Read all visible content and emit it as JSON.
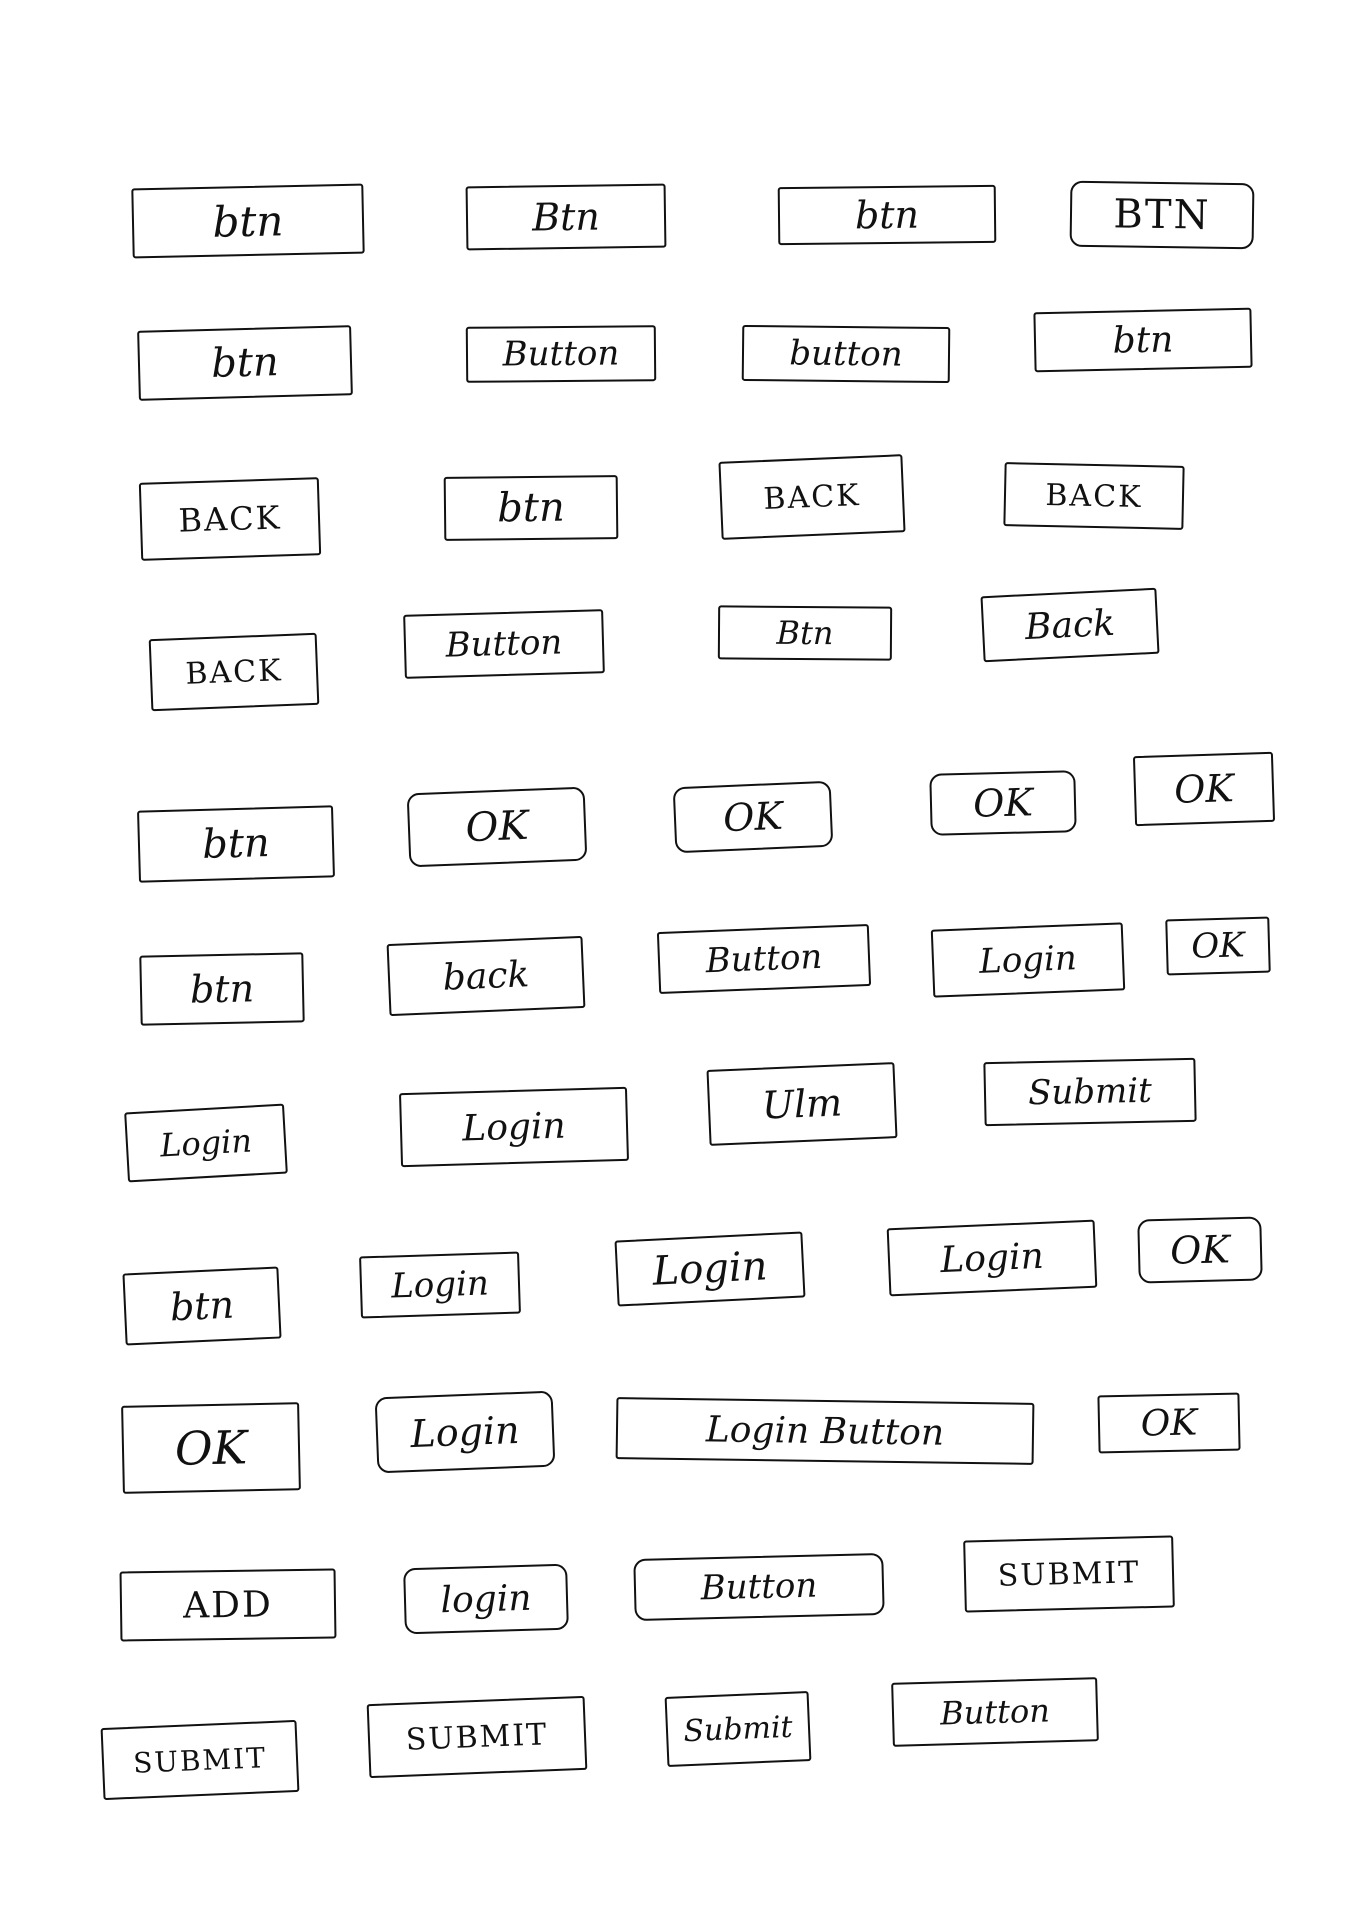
{
  "sheet": {
    "title": "Hand-drawn button sketches",
    "background": "#ffffff",
    "ink": "#111111"
  },
  "buttons": [
    {
      "label": "btn"
    },
    {
      "label": "Btn"
    },
    {
      "label": "btn"
    },
    {
      "label": "BTN"
    },
    {
      "label": "btn"
    },
    {
      "label": "Button"
    },
    {
      "label": "button"
    },
    {
      "label": "btn"
    },
    {
      "label": "BACK"
    },
    {
      "label": "btn"
    },
    {
      "label": "BACK"
    },
    {
      "label": "BACK"
    },
    {
      "label": "BACK"
    },
    {
      "label": "Button"
    },
    {
      "label": "Btn"
    },
    {
      "label": "Back"
    },
    {
      "label": "btn"
    },
    {
      "label": "OK"
    },
    {
      "label": "OK"
    },
    {
      "label": "OK"
    },
    {
      "label": "OK"
    },
    {
      "label": "btn"
    },
    {
      "label": "back"
    },
    {
      "label": "Button"
    },
    {
      "label": "Login"
    },
    {
      "label": "OK"
    },
    {
      "label": "Login"
    },
    {
      "label": "Login"
    },
    {
      "label": "Ulm"
    },
    {
      "label": "Submit"
    },
    {
      "label": "btn"
    },
    {
      "label": "Login"
    },
    {
      "label": "Login"
    },
    {
      "label": "Login"
    },
    {
      "label": "OK"
    },
    {
      "label": "OK"
    },
    {
      "label": "Login"
    },
    {
      "label": "Login Button"
    },
    {
      "label": "OK"
    },
    {
      "label": "ADD"
    },
    {
      "label": "login"
    },
    {
      "label": "Button"
    },
    {
      "label": "SUBMIT"
    },
    {
      "label": "SUBMIT"
    },
    {
      "label": "SUBMIT"
    },
    {
      "label": "Submit"
    },
    {
      "label": "Button"
    }
  ]
}
